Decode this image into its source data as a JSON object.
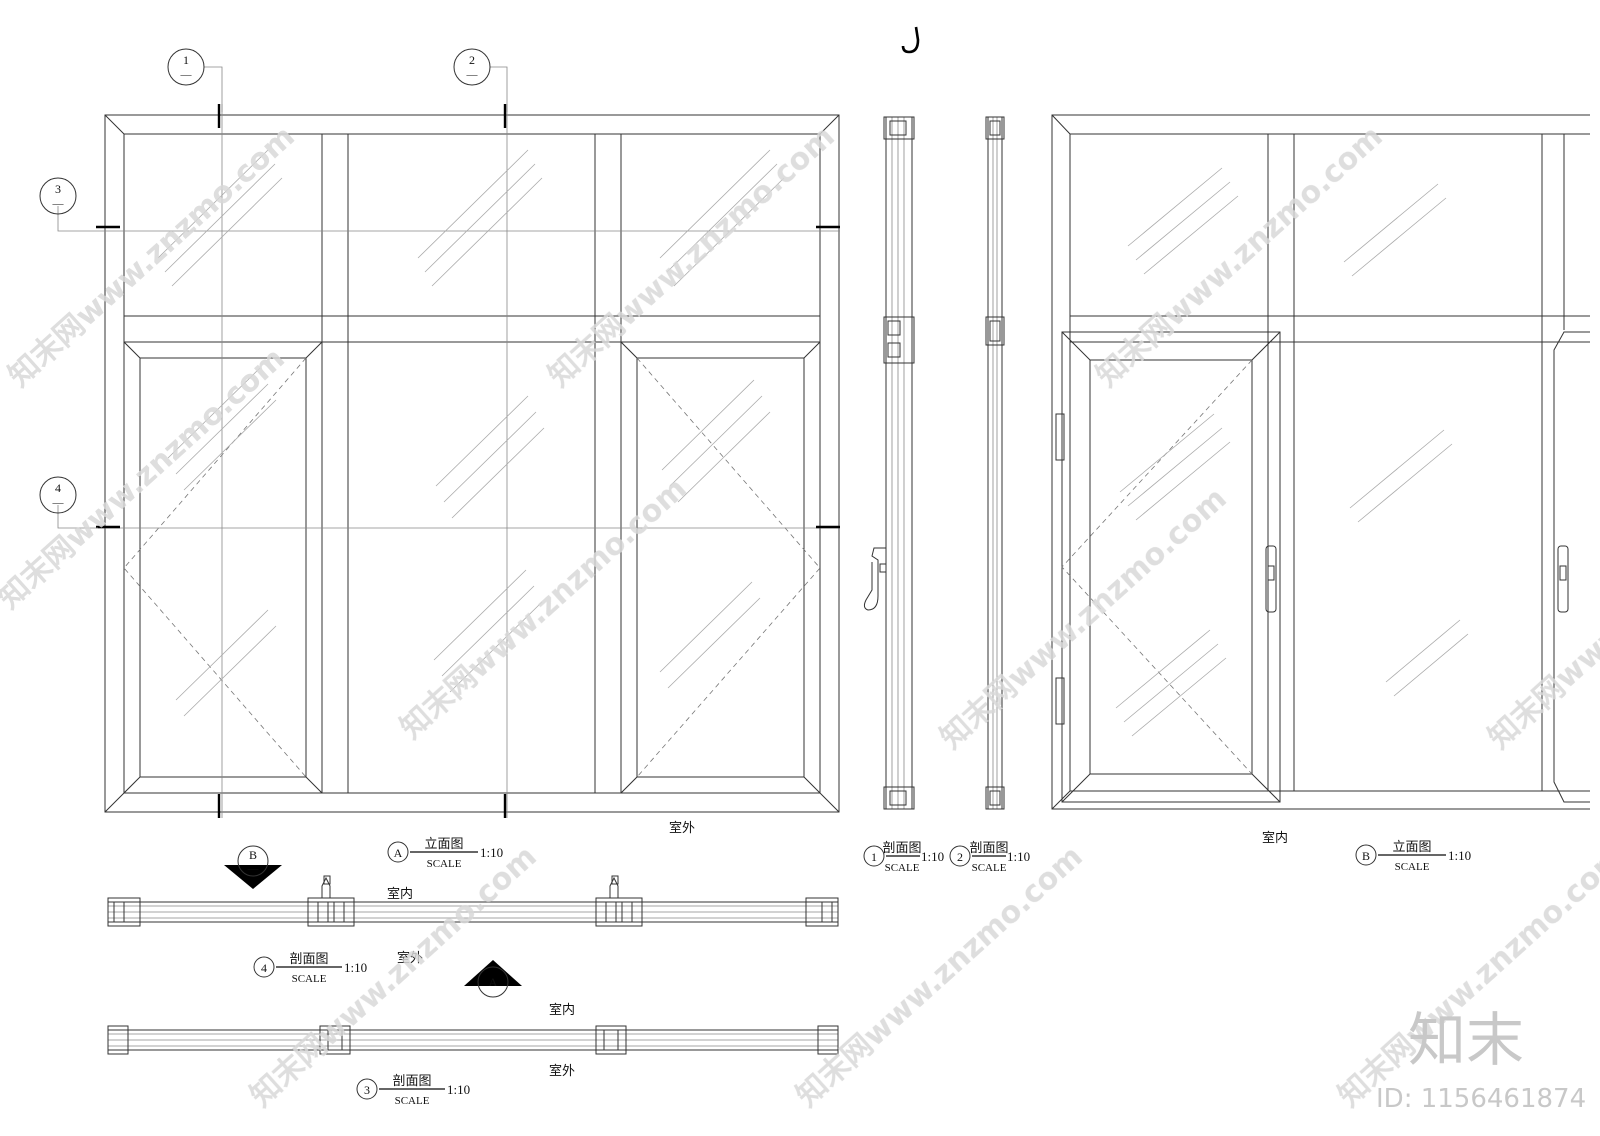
{
  "markers": {
    "m1": {
      "num": "1",
      "sub": "—"
    },
    "m2": {
      "num": "2",
      "sub": "—"
    },
    "m3": {
      "num": "3",
      "sub": "—"
    },
    "m4": {
      "num": "4",
      "sub": "—"
    },
    "mB": {
      "num": "B",
      "sub": "—"
    },
    "mA": {
      "num": "A",
      "sub": ""
    }
  },
  "labels": {
    "outdoor": "室外",
    "indoor": "室内"
  },
  "titles": {
    "elevA": {
      "num": "A",
      "name": "立面图",
      "scale_word": "SCALE",
      "ratio": "1:10"
    },
    "elevB": {
      "num": "B",
      "name": "立面图",
      "scale_word": "SCALE",
      "ratio": "1:10"
    },
    "sec1": {
      "num": "1",
      "name": "剖面图",
      "scale_word": "SCALE",
      "ratio": "1:10"
    },
    "sec2": {
      "num": "2",
      "name": "剖面图",
      "scale_word": "SCALE",
      "ratio": "1:10"
    },
    "sec3": {
      "num": "3",
      "name": "剖面图",
      "scale_word": "SCALE",
      "ratio": "1:10"
    },
    "sec4": {
      "num": "4",
      "name": "剖面图",
      "scale_word": "SCALE",
      "ratio": "1:10"
    }
  },
  "watermark": {
    "text": "知末网www.znzmo.com",
    "brand": "知末",
    "id": "ID: 1156461874"
  },
  "colors": {
    "line": "#333333",
    "watermark": "#d8d8d8"
  }
}
